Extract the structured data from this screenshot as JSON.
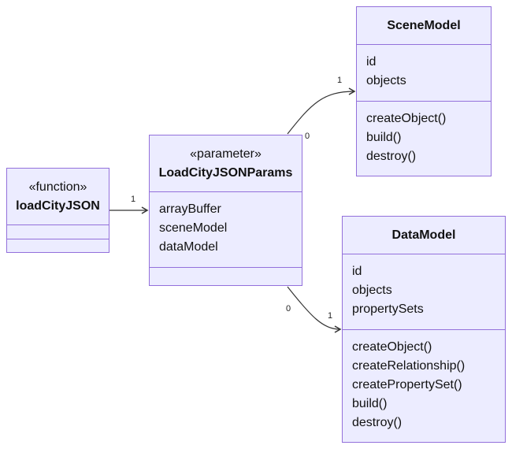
{
  "classes": {
    "loadCityJSON": {
      "stereotype": "«function»",
      "name": "loadCityJSON"
    },
    "LoadCityJSONParams": {
      "stereotype": "«parameter»",
      "name": "LoadCityJSONParams",
      "attributes": [
        "arrayBuffer",
        "sceneModel",
        "dataModel"
      ]
    },
    "SceneModel": {
      "name": "SceneModel",
      "attributes": [
        "id",
        "objects"
      ],
      "methods": [
        "createObject()",
        "build()",
        "destroy()"
      ]
    },
    "DataModel": {
      "name": "DataModel",
      "attributes": [
        "id",
        "objects",
        "propertySets"
      ],
      "methods": [
        "createObject()",
        "createRelationship()",
        "createPropertySet()",
        "build()",
        "destroy()"
      ]
    }
  },
  "relations": [
    {
      "from": "loadCityJSON",
      "to": "LoadCityJSONParams",
      "from_mult": "",
      "to_mult": "1"
    },
    {
      "from": "LoadCityJSONParams",
      "to": "SceneModel",
      "from_mult": "0",
      "to_mult": "1"
    },
    {
      "from": "LoadCityJSONParams",
      "to": "DataModel",
      "from_mult": "0",
      "to_mult": "1"
    }
  ],
  "colors": {
    "box_fill": "#ECECFF",
    "box_stroke": "#9370DB",
    "edge": "#333333"
  }
}
